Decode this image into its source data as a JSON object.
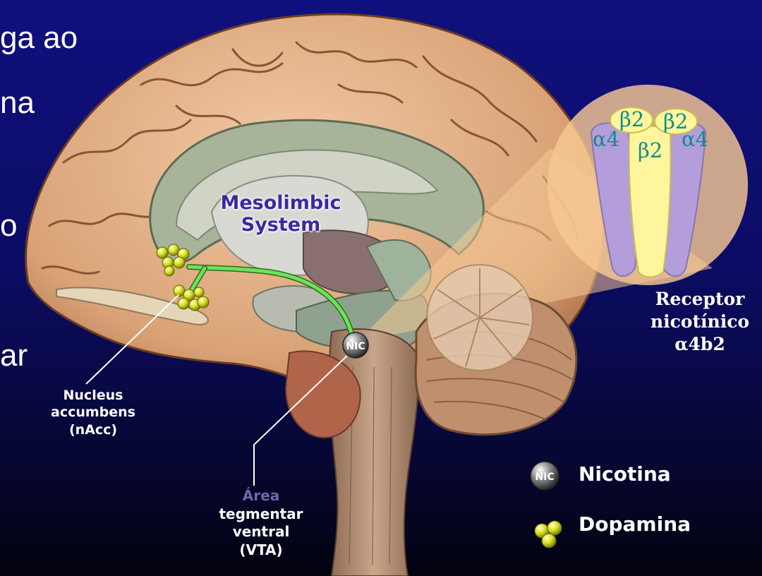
{
  "slide_text": {
    "line1": "ga ao",
    "line2": "na",
    "line3": "o",
    "line4": "ar"
  },
  "diagram": {
    "system_label_line1": "Mesolimbic",
    "system_label_line2": "System",
    "nucleus_accumbens": {
      "line1": "Nucleus",
      "line2": "accumbens",
      "line3": "(nAcc)"
    },
    "vta": {
      "line1": "Área",
      "line2": "tegmentar",
      "line3": "ventral",
      "line4": "(VTA)"
    },
    "receptor": {
      "line1": "Receptor",
      "line2": "nicotínico",
      "line3": "α4b2",
      "subunits": {
        "alpha_left": "α4",
        "beta_left": "β2",
        "beta_right": "β2",
        "beta_center": "β2",
        "alpha_right": "α4"
      }
    },
    "nic_marker": "NIC"
  },
  "legend": {
    "nicotine_icon_text": "NIC",
    "nicotine_label": "Nicotina",
    "dopamine_label": "Dopamina"
  },
  "colors": {
    "background": "#10107e",
    "pathway": "#6be35a",
    "dopamine": "#d8e020",
    "alpha_subunit": "#b39ddb",
    "beta_subunit": "#fff59d",
    "receptor_zoom": "#f6c894",
    "greek_text": "#0f8d8b",
    "system_label": "#3a2aa0"
  }
}
